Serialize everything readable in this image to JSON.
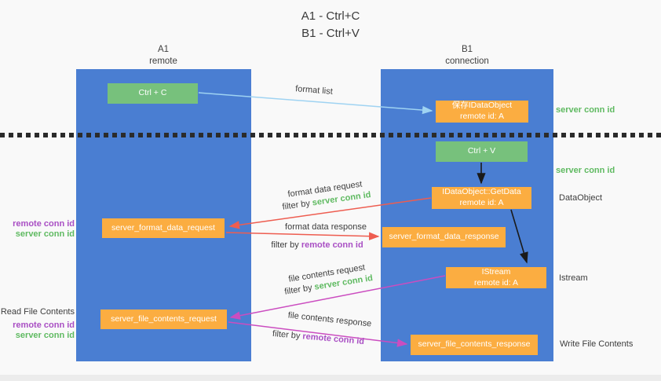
{
  "title": {
    "line1": "A1 - Ctrl+C",
    "line2": "B1 - Ctrl+V"
  },
  "columns": {
    "left": {
      "id": "A1",
      "subtitle": "remote"
    },
    "right": {
      "id": "B1",
      "subtitle": "connection"
    }
  },
  "nodes": {
    "ctrl_c": "Ctrl + C",
    "save_idataobject": {
      "line1": "保存IDataObject",
      "line2": "remote id: A"
    },
    "ctrl_v": "Ctrl + V",
    "getdata": {
      "line1": "IDataObject::GetData",
      "line2": "remote id: A"
    },
    "format_request": "server_format_data_request",
    "format_response": "server_format_data_response",
    "istream": {
      "line1": "IStream",
      "line2": "remote id: A"
    },
    "file_request": "server_file_contents_request",
    "file_response": "server_file_contents_response"
  },
  "flows": {
    "format_list": {
      "label": "format list"
    },
    "format_data_request": {
      "label": "format data request",
      "filter_prefix": "filter by ",
      "filter_id": "server conn id"
    },
    "format_data_response": {
      "label": "format data response",
      "filter_prefix": "filter by ",
      "filter_id": "remote conn id"
    },
    "file_contents_request": {
      "label": "file contents request",
      "filter_prefix": "filter by ",
      "filter_id": "server conn id"
    },
    "file_contents_response": {
      "label": "file contents response",
      "filter_prefix": "filter by ",
      "filter_id": "remote conn id"
    }
  },
  "side_labels": {
    "server_conn_id_top": "server conn id",
    "server_conn_id_mid": "server conn id",
    "dataobject": "DataObject",
    "istream": "Istream",
    "write_file_contents": "Write File Contents",
    "read_file_contents": "Read File Contents",
    "format_remote_conn_id": "remote conn id",
    "format_server_conn_id": "server conn id",
    "file_remote_conn_id": "remote conn id",
    "file_server_conn_id": "server conn id"
  },
  "colors": {
    "lane_blue": "#4a7ed2",
    "box_green": "#77c17c",
    "box_orange": "#fbad41",
    "green_text": "#5fba61",
    "purple_text": "#a94fc4",
    "red_arrow": "#ee5d50",
    "magenta_arrow": "#cb4dc0",
    "lightblue_arrow": "#9fd3f2",
    "black_arrow": "#1a1a1a"
  }
}
